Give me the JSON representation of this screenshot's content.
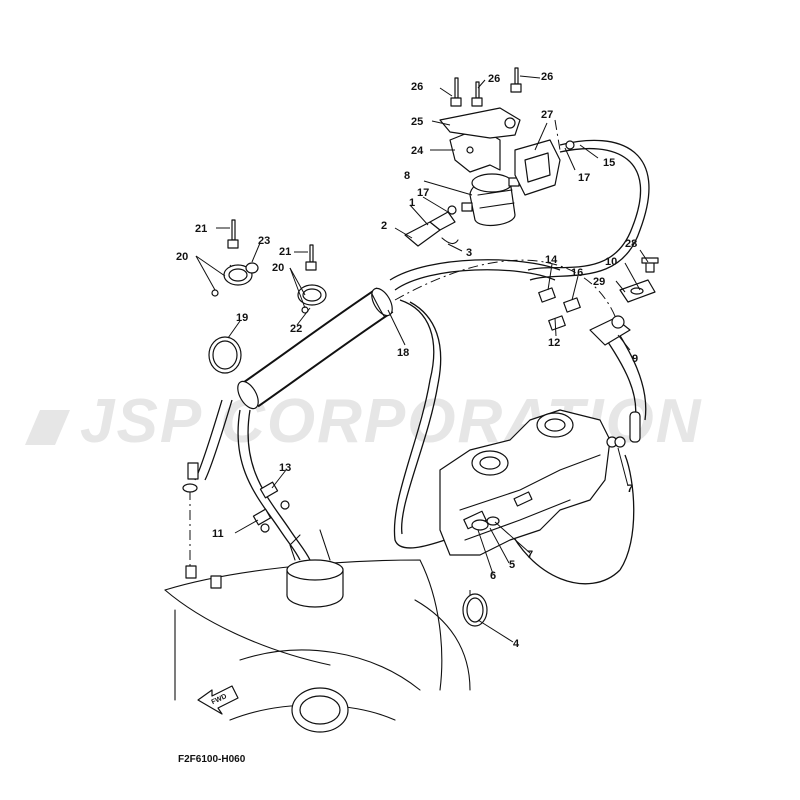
{
  "watermark": "JSP CORPORATION",
  "diagram_code": "F2F6100-H060",
  "fwd_label": "FWD",
  "callouts": {
    "c1": "1",
    "c2": "2",
    "c3": "3",
    "c4": "4",
    "c5": "5",
    "c6": "6",
    "c7a": "7",
    "c7b": "7",
    "c8": "8",
    "c9": "9",
    "c10": "10",
    "c11": "11",
    "c12": "12",
    "c13": "13",
    "c14": "14",
    "c15": "15",
    "c16": "16",
    "c17a": "17",
    "c17b": "17",
    "c18": "18",
    "c19": "19",
    "c20a": "20",
    "c20b": "20",
    "c21a": "21",
    "c21b": "21",
    "c22": "22",
    "c23": "23",
    "c24": "24",
    "c25": "25",
    "c26a": "26",
    "c26b": "26",
    "c26c": "26",
    "c27": "27",
    "c28": "28",
    "c29": "29"
  }
}
